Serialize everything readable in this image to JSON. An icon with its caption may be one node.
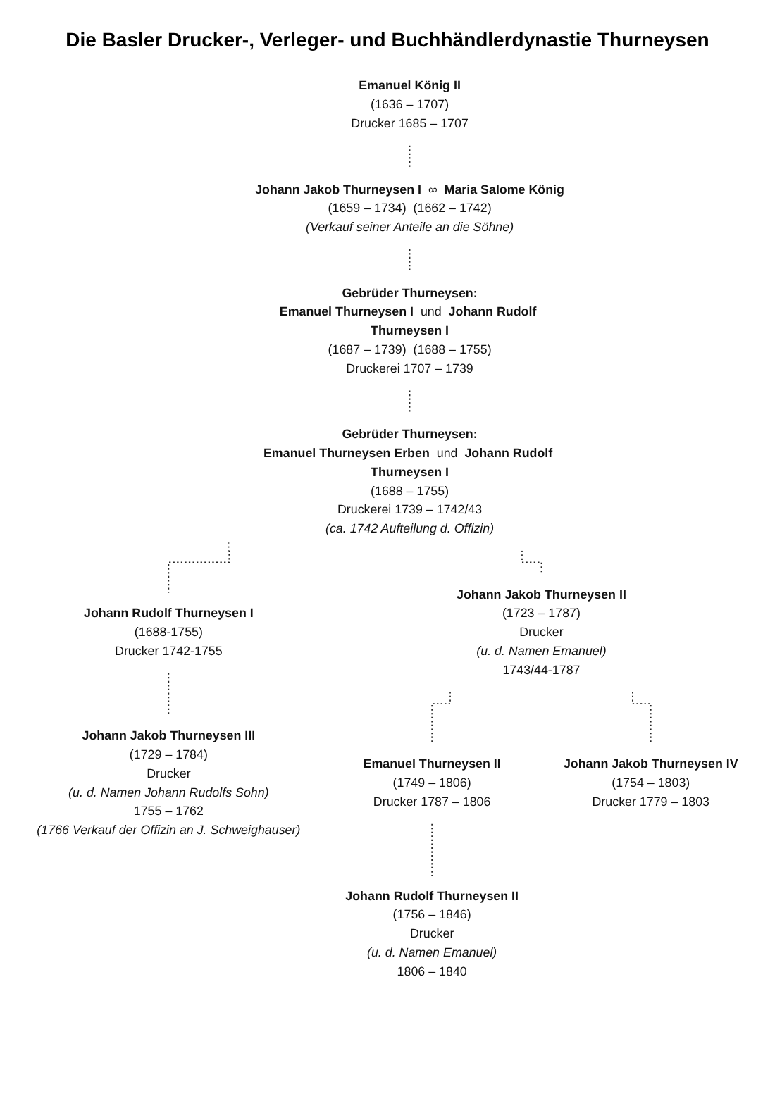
{
  "diagram": {
    "title": "Die Basler Drucker-, Verleger- und Buchhändlerdynastie Thurneysen",
    "nodes": [
      {
        "text": [
          "Emanuel König II",
          "(1636 – 1707)",
          "Drucker 1685 – 1707"
        ]
      },
      {
        "text": [
          "Johann Jakob Thurneysen I",
          "∞",
          "Maria Salome König",
          "(1659 – 1734)",
          "(1662 – 1742)",
          "(Verkauf seiner Anteile an die Söhne)"
        ]
      },
      {
        "text": [
          "Gebrüder Thurneysen:",
          "Emanuel Thurneysen I",
          "und",
          "Johann Rudolf Thurneysen I",
          "(1687 – 1739)",
          "(1688 – 1755)",
          "Druckerei 1707 – 1739"
        ]
      },
      {
        "text": [
          "Gebrüder Thurneysen:",
          "Emanuel Thurneysen Erben",
          "und",
          "Johann Rudolf Thurneysen I",
          "(1688 – 1755)",
          "Druckerei 1739 – 1742/43",
          "(ca. 1742 Aufteilung d. Offizin)"
        ]
      },
      {
        "text": [
          "Johann Jakob Thurneysen II",
          "(1723 – 1787)",
          "Drucker",
          "(u. d. Namen Emanuel)",
          "1743/44-1787"
        ]
      },
      {
        "text": [
          "Johann Rudolf Thurneysen I",
          "(1688-1755)",
          "Drucker 1742-1755"
        ]
      },
      {
        "text": [
          "Johann Jakob Thurneysen III",
          "(1729 – 1784)",
          "Drucker",
          "(u. d. Namen Johann Rudolfs Sohn)",
          "1755 – 1762",
          "(1766 Verkauf der Offizin an J. Schweighauser)"
        ]
      },
      {
        "text": [
          "Emanuel Thurneysen II",
          "(1749 – 1806)",
          "Drucker 1787 – 1806"
        ]
      },
      {
        "text": [
          "Johann Jakob Thurneysen IV",
          "(1754 – 1803)",
          "Drucker 1779 – 1803"
        ]
      },
      {
        "text": [
          "Johann Rudolf Thurneysen II",
          "(1756 – 1846)",
          "Drucker",
          "(u. d. Namen Emanuel)",
          "1806 – 1840"
        ]
      }
    ],
    "edges": [
      {
        "from": 0,
        "to": 1,
        "arrow": "none",
        "style": "dashed"
      },
      {
        "from": 1,
        "to": 2,
        "arrow": "none",
        "style": "dashed"
      },
      {
        "from": 2,
        "to": 3,
        "arrow": "none",
        "style": "dashed"
      },
      {
        "from": 3,
        "to": 4,
        "arrow": "none",
        "style": "dashed"
      },
      {
        "from": 3,
        "to": 5,
        "arrow": "none",
        "style": "dashed"
      },
      {
        "from": 5,
        "to": 6,
        "arrow": "none",
        "style": "dashed"
      },
      {
        "from": 4,
        "to": 7,
        "arrow": "none",
        "style": "dashed"
      },
      {
        "from": 4,
        "to": 8,
        "arrow": "none",
        "style": "dashed"
      },
      {
        "from": 7,
        "to": 9,
        "arrow": "none",
        "style": "dashed"
      }
    ]
  }
}
